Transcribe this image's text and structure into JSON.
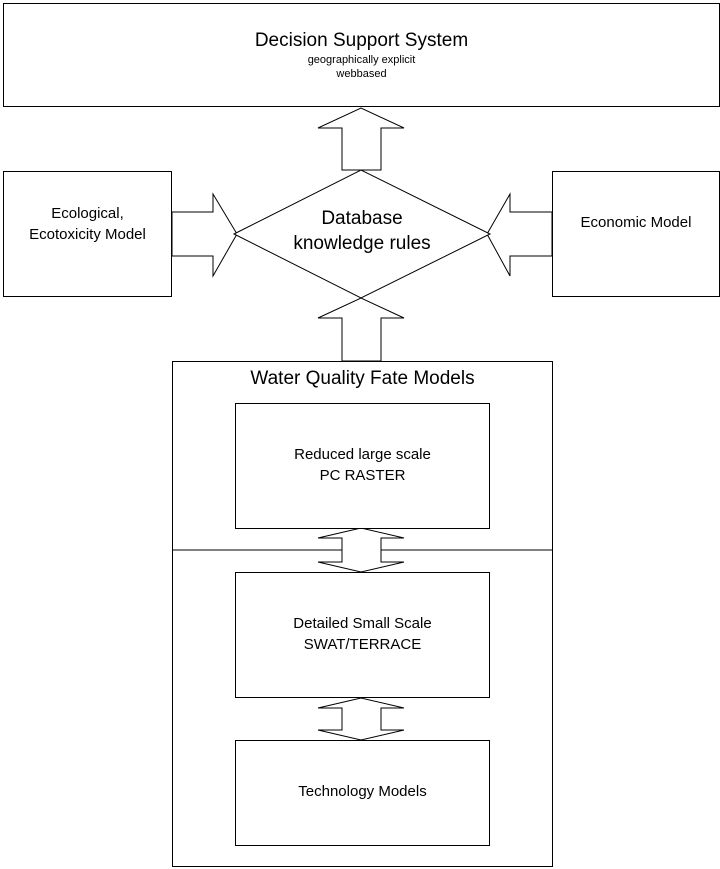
{
  "dss": {
    "title": "Decision Support System",
    "line1": "geographically explicit",
    "line2": "webbased"
  },
  "ecological": {
    "line1": "Ecological,",
    "line2": "Ecotoxicity Model"
  },
  "economic": {
    "label": "Economic Model"
  },
  "database": {
    "line1": "Database",
    "line2": "knowledge rules"
  },
  "water_quality": {
    "title": "Water Quality Fate Models"
  },
  "reduced": {
    "line1": "Reduced large scale",
    "line2": "PC RASTER"
  },
  "detailed": {
    "line1": "Detailed Small Scale",
    "line2": "SWAT/TERRACE"
  },
  "technology": {
    "label": "Technology Models"
  }
}
